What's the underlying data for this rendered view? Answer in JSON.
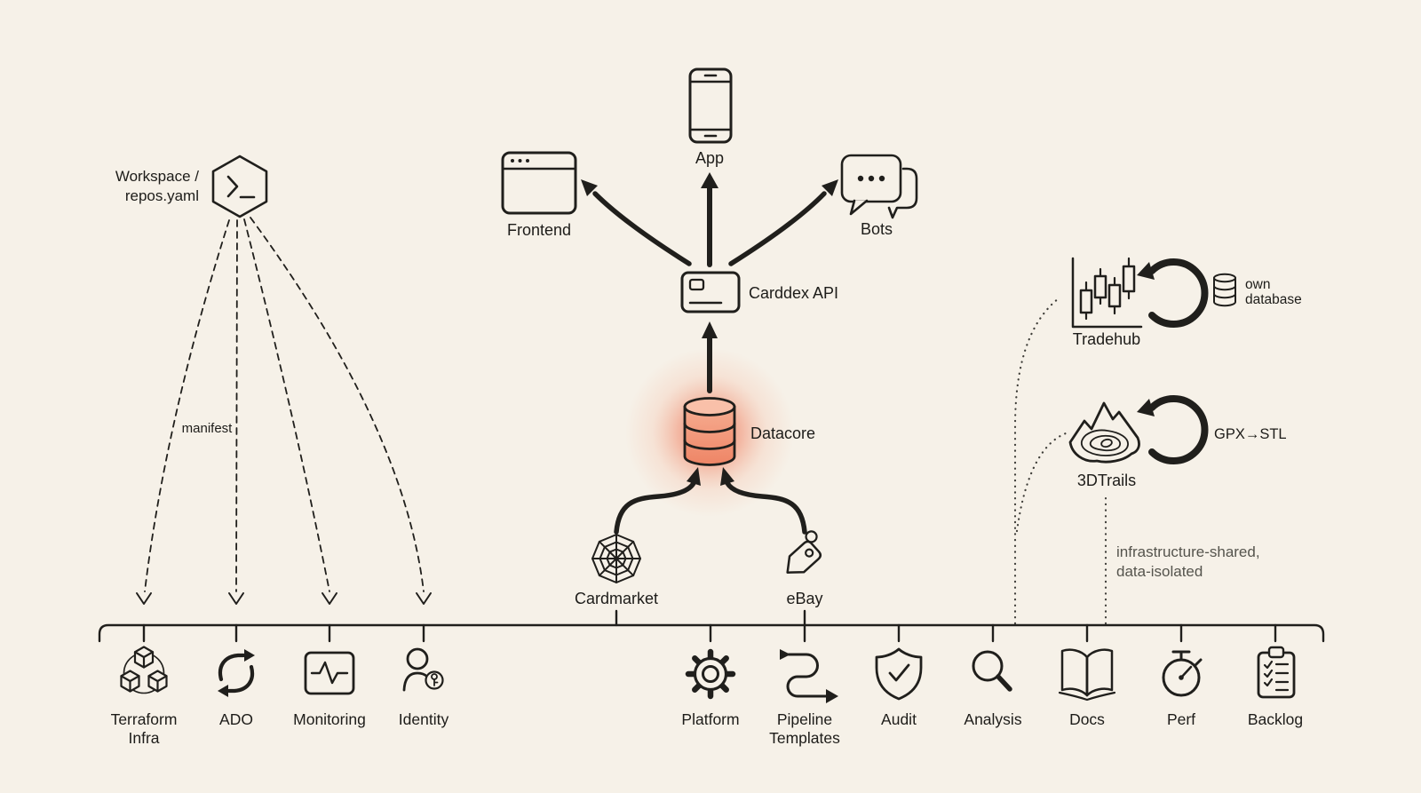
{
  "colors": {
    "background": "#f6f1e8",
    "ink": "#201f1c",
    "muted_text": "#55544d",
    "glow_accent": "#ee5a35",
    "cylinder_fill_top": "#f9c0a9",
    "cylinder_fill_body": "#f19c7e"
  },
  "left": {
    "workspace_label": "Workspace /\nrepos.yaml",
    "workspace_icon": "hexagon-terminal",
    "manifest": "manifest"
  },
  "core": {
    "frontend": "Frontend",
    "frontend_icon": "browser-window",
    "app": "App",
    "app_icon": "smartphone",
    "bots": "Bots",
    "bots_icon": "chat-bubbles",
    "api": "Carddex API",
    "api_icon": "bank-card",
    "datacore": "Datacore",
    "datacore_icon": "database-cylinder"
  },
  "sources": {
    "cardmarket": "Cardmarket",
    "cardmarket_icon": "spiderweb",
    "ebay": "eBay",
    "ebay_icon": "price-tag"
  },
  "satellites": {
    "tradehub": {
      "name": "Tradehub",
      "icon": "candlestick-chart",
      "cycle_icon": "refresh-cycle",
      "note_icon": "database-small",
      "note": "own\ndatabase"
    },
    "trails": {
      "name": "3DTrails",
      "icon": "mountain-contours",
      "cycle_icon": "refresh-cycle",
      "note": "GPX→STL"
    },
    "isolation_note": "infrastructure-shared,\ndata-isolated"
  },
  "platform_row": {
    "items": [
      {
        "label": "Terraform\nInfra",
        "icon": "iso-cubes"
      },
      {
        "label": "ADO",
        "icon": "sync-arrows"
      },
      {
        "label": "Monitoring",
        "icon": "monitor-pulse"
      },
      {
        "label": "Identity",
        "icon": "person-key"
      },
      {
        "label": "Platform",
        "icon": "gear"
      },
      {
        "label": "Pipeline\nTemplates",
        "icon": "pipeline-arrows"
      },
      {
        "label": "Audit",
        "icon": "shield-check"
      },
      {
        "label": "Analysis",
        "icon": "magnifier"
      },
      {
        "label": "Docs",
        "icon": "open-book"
      },
      {
        "label": "Perf",
        "icon": "stopwatch"
      },
      {
        "label": "Backlog",
        "icon": "clipboard-checklist"
      }
    ]
  }
}
